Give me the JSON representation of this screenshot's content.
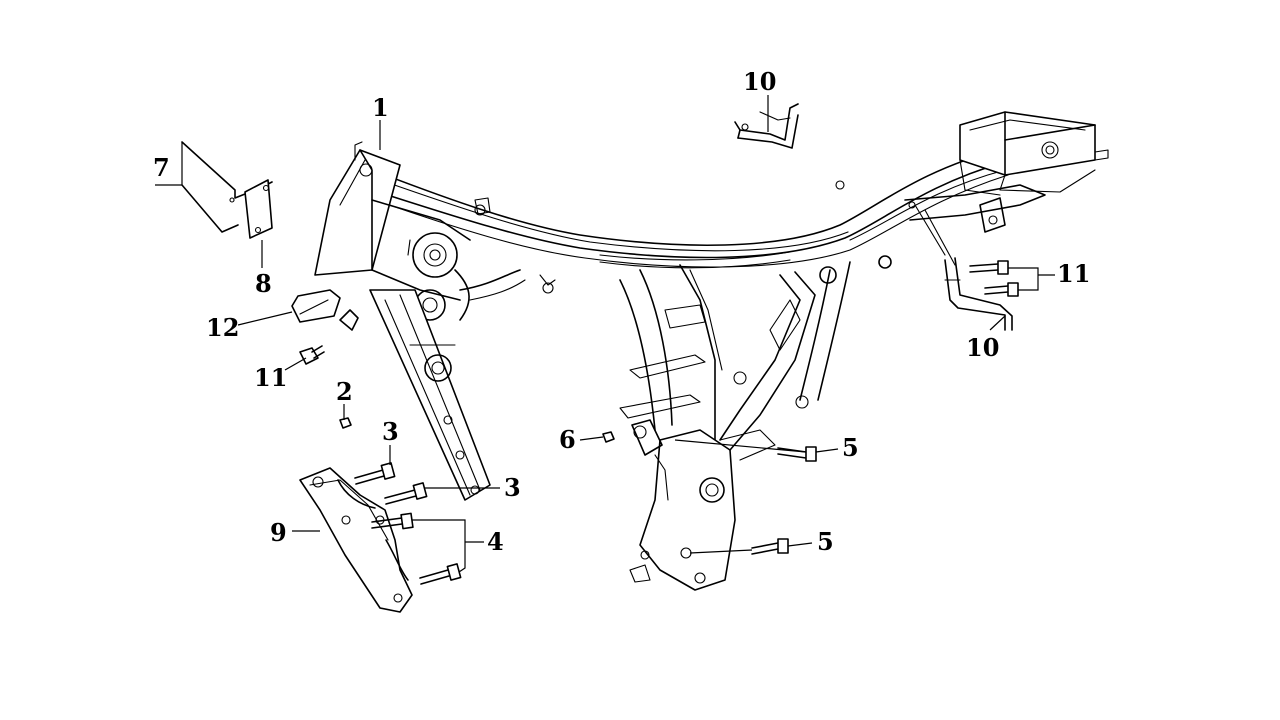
{
  "callouts": [
    {
      "id": "c1",
      "text": "1"
    },
    {
      "id": "c2",
      "text": "2"
    },
    {
      "id": "c3a",
      "text": "3"
    },
    {
      "id": "c3b",
      "text": "3"
    },
    {
      "id": "c4",
      "text": "4"
    },
    {
      "id": "c5a",
      "text": "5"
    },
    {
      "id": "c5b",
      "text": "5"
    },
    {
      "id": "c6",
      "text": "6"
    },
    {
      "id": "c7",
      "text": "7"
    },
    {
      "id": "c8",
      "text": "8"
    },
    {
      "id": "c9",
      "text": "9"
    },
    {
      "id": "c10a",
      "text": "10"
    },
    {
      "id": "c10b",
      "text": "10"
    },
    {
      "id": "c11a",
      "text": "11"
    },
    {
      "id": "c11b",
      "text": "11"
    },
    {
      "id": "c12",
      "text": "12"
    }
  ],
  "colors": {
    "line": "#000000",
    "background": "#ffffff"
  }
}
